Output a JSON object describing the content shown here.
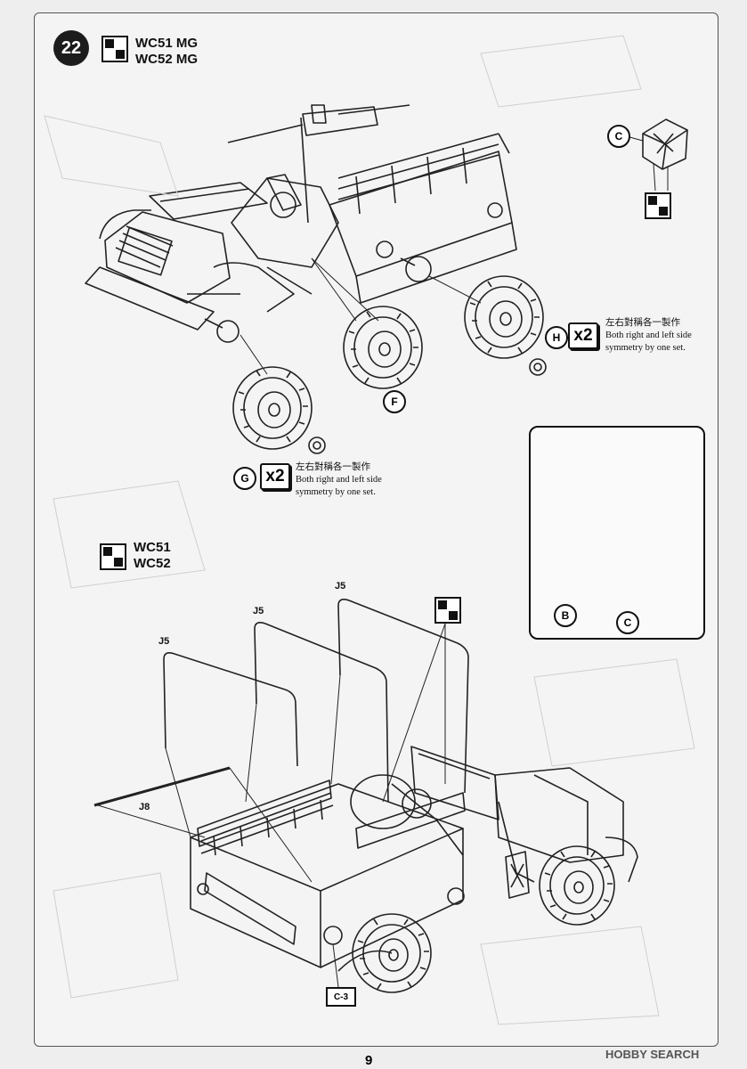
{
  "step": {
    "number": "22"
  },
  "top_models": [
    "WC51 MG",
    "WC52 MG"
  ],
  "bottom_models": [
    "WC51",
    "WC52"
  ],
  "parts": {
    "c_top": "C",
    "h": "H",
    "f": "F",
    "g": "G",
    "b_inset": "B",
    "c_inset": "C",
    "j5_a": "J5",
    "j5_b": "J5",
    "j5_c": "J5",
    "j8": "J8",
    "c3": "C-3"
  },
  "multipliers": {
    "h": "x2",
    "g": "x2"
  },
  "notes": {
    "h": {
      "cn": "左右對稱各一製作",
      "en1": "Both right and left side",
      "en2": "symmetry by one set."
    },
    "g": {
      "cn": "左右對稱各一製作",
      "en1": "Both right and left side",
      "en2": "symmetry by one set."
    }
  },
  "page_number": "9",
  "watermark": "HOBBY SEARCH",
  "icons": [
    "paint-icon",
    "wheel-icon",
    "jerry-can-icon",
    "vehicle-drawing"
  ]
}
